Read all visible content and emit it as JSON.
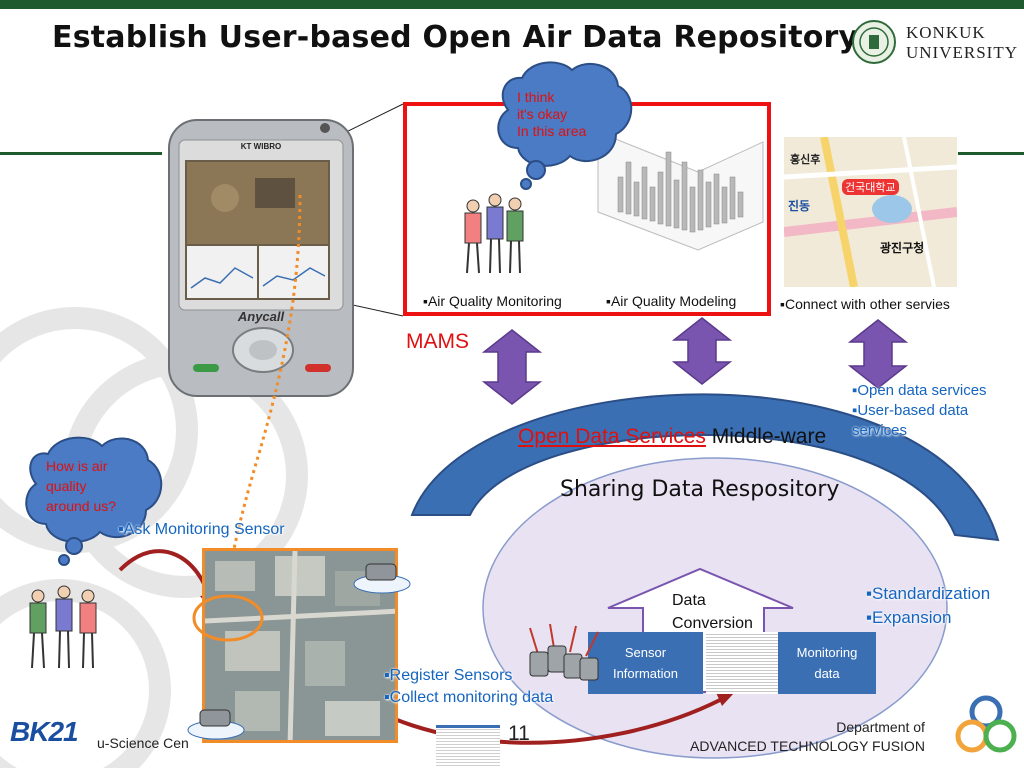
{
  "header": {
    "title": "Establish User-based Open Air Data Repository",
    "university": [
      "KONKUK",
      "UNIVERSITY"
    ]
  },
  "phone": {
    "brand": "KT WIBRO",
    "model": "Anycall"
  },
  "bubbles": {
    "top": [
      "I think",
      "it's okay",
      "In this area"
    ],
    "left": [
      "How is air",
      "quality",
      "around us?"
    ]
  },
  "labels": {
    "monitoring": "▪Air Quality Monitoring",
    "modeling": "▪Air Quality Modeling",
    "connect": "▪Connect with other servies",
    "mams": "MAMS",
    "open_data_services": "Open Data Services",
    "middleware": " Middle-ware",
    "sharing": "Sharing Data Respository",
    "ask_sensor": "▪Ask Monitoring Sensor",
    "register": "▪Register Sensors",
    "collect": "▪Collect monitoring data",
    "standardization": "▪Standardization",
    "expansion": "▪Expansion",
    "open_data_list": [
      "▪Open data services",
      "▪User-based data",
      "services"
    ],
    "data_conversion": [
      "Data",
      "Conversion"
    ],
    "sensor_info": [
      "Sensor",
      "Information"
    ],
    "monitoring_data": [
      "Monitoring",
      "data"
    ]
  },
  "map_labels": [
    "홍신후",
    "건국대학교",
    "광진구청",
    "진동"
  ],
  "footer": {
    "logo": "BK21",
    "center": "u-Science Cen",
    "page": "11",
    "dept_line1": "Department of",
    "dept_line2": "ADVANCED TECHNOLOGY FUSION"
  },
  "colors": {
    "accent_red": "#ee1111",
    "dark_green": "#1e5a2e",
    "arc_blue": "#3a6fb3",
    "arrow_purple": "#7a55b0",
    "ellipse_fill": "#e8e2f2"
  }
}
